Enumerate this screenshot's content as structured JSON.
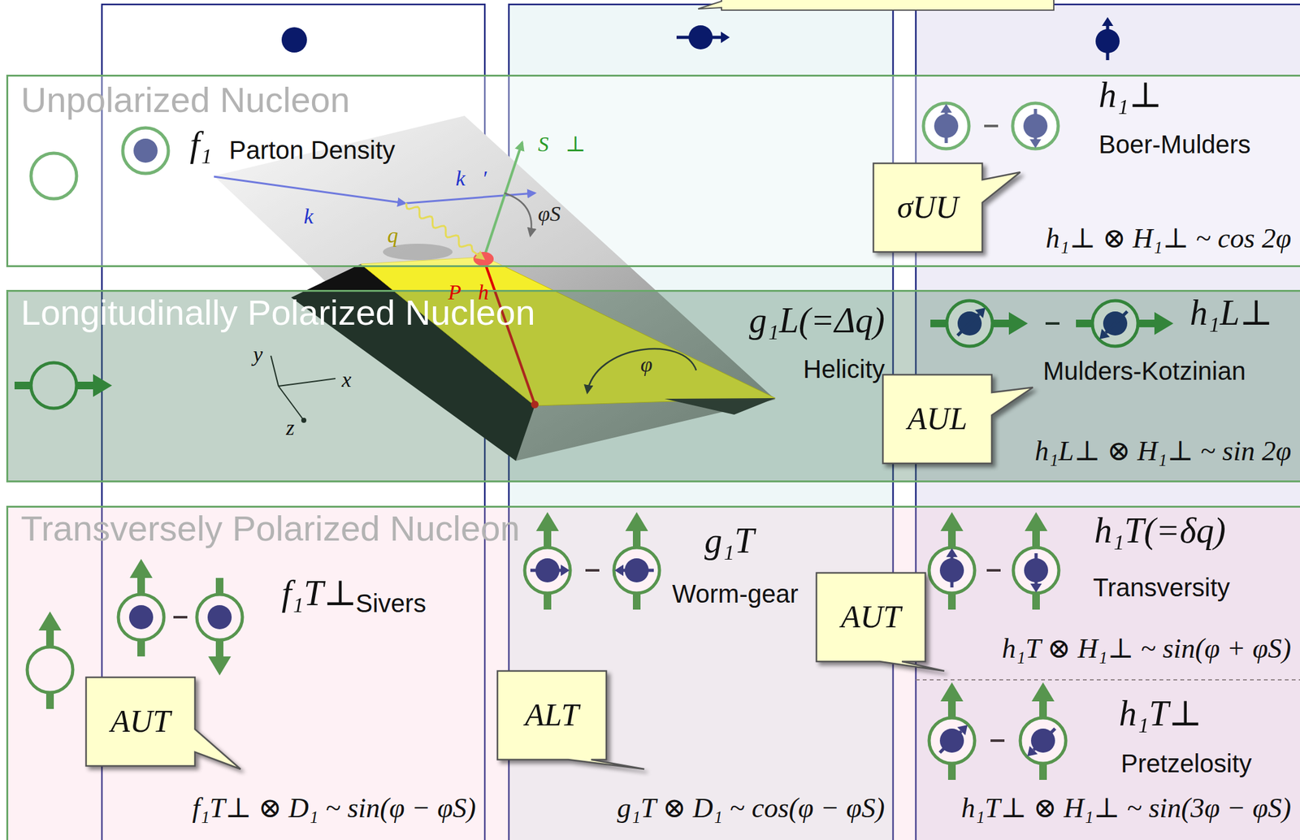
{
  "diagram": {
    "nodes": [
      {
        "text": [
          "Unpolarized Nucleon"
        ]
      },
      {
        "text": [
          "f₁",
          "Parton Density"
        ],
        "in": 0
      },
      {
        "text": [
          "h₁⊥",
          "Boer-Mulders",
          "h₁⊥ ⊗ H₁⊥ ~ cos 2φ"
        ],
        "in": 0
      },
      {
        "text": [
          "σUU"
        ],
        "in": 2
      },
      {
        "text": [
          "Longitudinally Polarized Nucleon"
        ]
      },
      {
        "text": [
          "g₁L(=Δq)",
          "Helicity"
        ],
        "in": 4
      },
      {
        "text": [
          "h₁L⊥",
          "Mulders-Kotzinian",
          "h₁L⊥ ⊗ H₁⊥ ~ sin 2φ"
        ],
        "in": 4
      },
      {
        "text": [
          "AUL"
        ],
        "in": 6
      },
      {
        "text": [
          "Transversely Polarized Nucleon"
        ]
      },
      {
        "text": [
          "f₁T⊥",
          "Sivers",
          "f₁T⊥ ⊗ D₁ ~ sin(φ − φS)"
        ],
        "in": 8
      },
      {
        "text": [
          "AUT"
        ],
        "in": 9
      },
      {
        "text": [
          "g₁T",
          "Worm-gear",
          "g₁T ⊗ D₁ ~ cos(φ − φS)"
        ],
        "in": 8
      },
      {
        "text": [
          "ALT"
        ],
        "in": 11
      },
      {
        "text": [
          "h₁T(=δq)",
          "Transversity",
          "h₁T ⊗ H₁⊥ ~ sin(φ + φS)"
        ],
        "in": 8
      },
      {
        "text": [
          "AUT"
        ],
        "in": 13
      },
      {
        "text": [
          "h₁T⊥",
          "Pretzelosity",
          "h₁T⊥ ⊗ H₁⊥ ~ sin(3φ − φS)"
        ],
        "in": 8
      }
    ],
    "labels": [
      "k⃗",
      "k⃗′",
      "q⃗",
      "S⃗⊥",
      "φS",
      "P⃗h",
      "φ",
      "y",
      "x",
      "z"
    ]
  }
}
